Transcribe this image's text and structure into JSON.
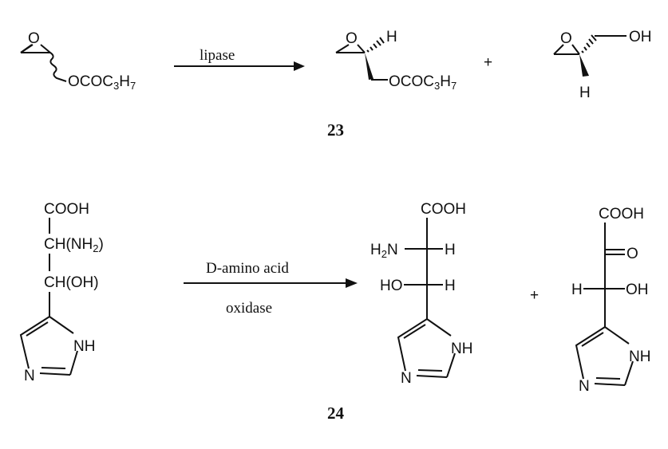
{
  "reaction1": {
    "reactant_substituent": "OCOC",
    "reactant_sub3": "3",
    "reactant_h": "H",
    "reactant_sub7": "7",
    "oxygen": "O",
    "reagent": "lipase",
    "product_h": "H",
    "product_substituent": "OCOC",
    "plus": "+",
    "byproduct_oh": "OH",
    "byproduct_h": "H",
    "label": "23"
  },
  "reaction2": {
    "reactant_cooh": "COOH",
    "reactant_ch_nh": "CH(NH",
    "reactant_nh_sub": "2",
    "reactant_close": ")",
    "reactant_choh": "CH(OH)",
    "ring_nh": "NH",
    "ring_n": "N",
    "reagent_line1": "D-amino acid",
    "reagent_line2": "oxidase",
    "product_cooh": "COOH",
    "product_h2n": "H",
    "product_h2n_sub": "2",
    "product_n": "N",
    "product_h": "H",
    "product_ho": "HO",
    "plus": "+",
    "keto_cooh": "COOH",
    "keto_o": "O",
    "keto_h": "H",
    "keto_oh": "OH",
    "label": "24"
  }
}
